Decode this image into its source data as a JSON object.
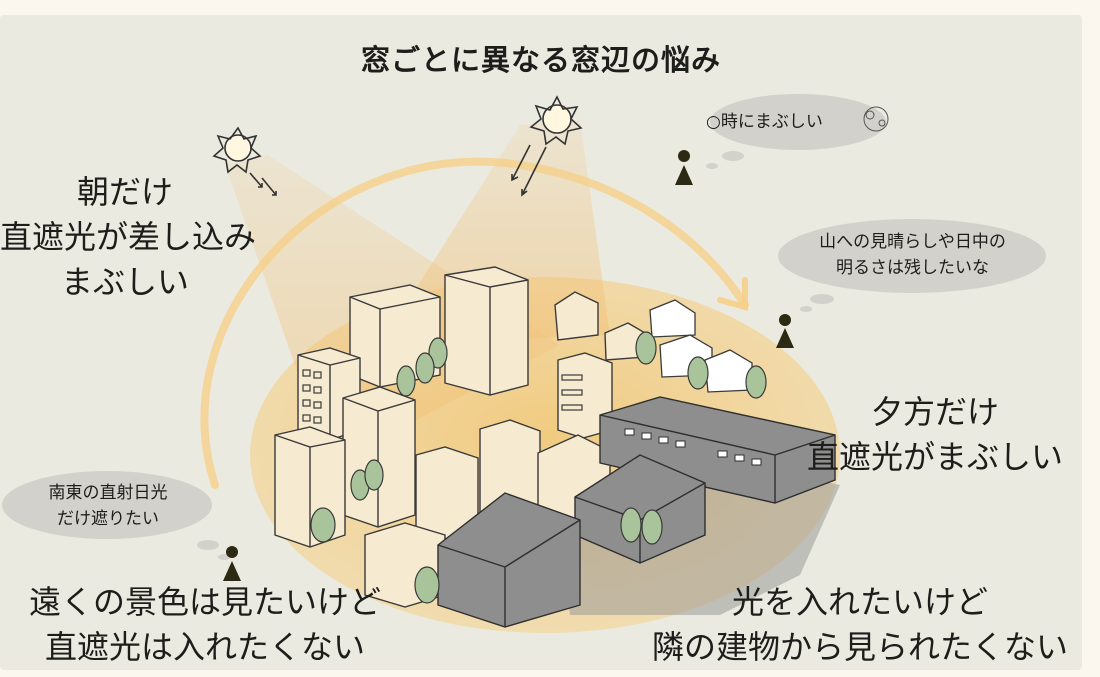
{
  "title": "窓ごとに異なる窓辺の悩み",
  "morning": {
    "line1": "朝だけ",
    "line2": "直遮光が差し込み",
    "line3": "まぶしい"
  },
  "bubble_time": {
    "text": "○時にまぶしい"
  },
  "bubble_mountain": {
    "line1": "山への見晴らしや日中の",
    "line2": "明るさは残したいな"
  },
  "evening": {
    "line1": "夕方だけ",
    "line2": "直遮光がまぶしい"
  },
  "bubble_southeast": {
    "line1": "南東の直射日光",
    "line2": "だけ遮りたい"
  },
  "bottom_left": {
    "line1": "遠くの景色は見たいけど",
    "line2": "直遮光は入れたくない"
  },
  "bottom_right": {
    "line1": "光を入れたいけど",
    "line2": "隣の建物から見られたくない"
  },
  "colors": {
    "panel": "#ebeae0",
    "sunlight": "#f3cd86",
    "building_light": "#f6ead0",
    "building_gray": "#8f8f8f",
    "tree": "#a9c49a",
    "person": "#2c2a12"
  }
}
